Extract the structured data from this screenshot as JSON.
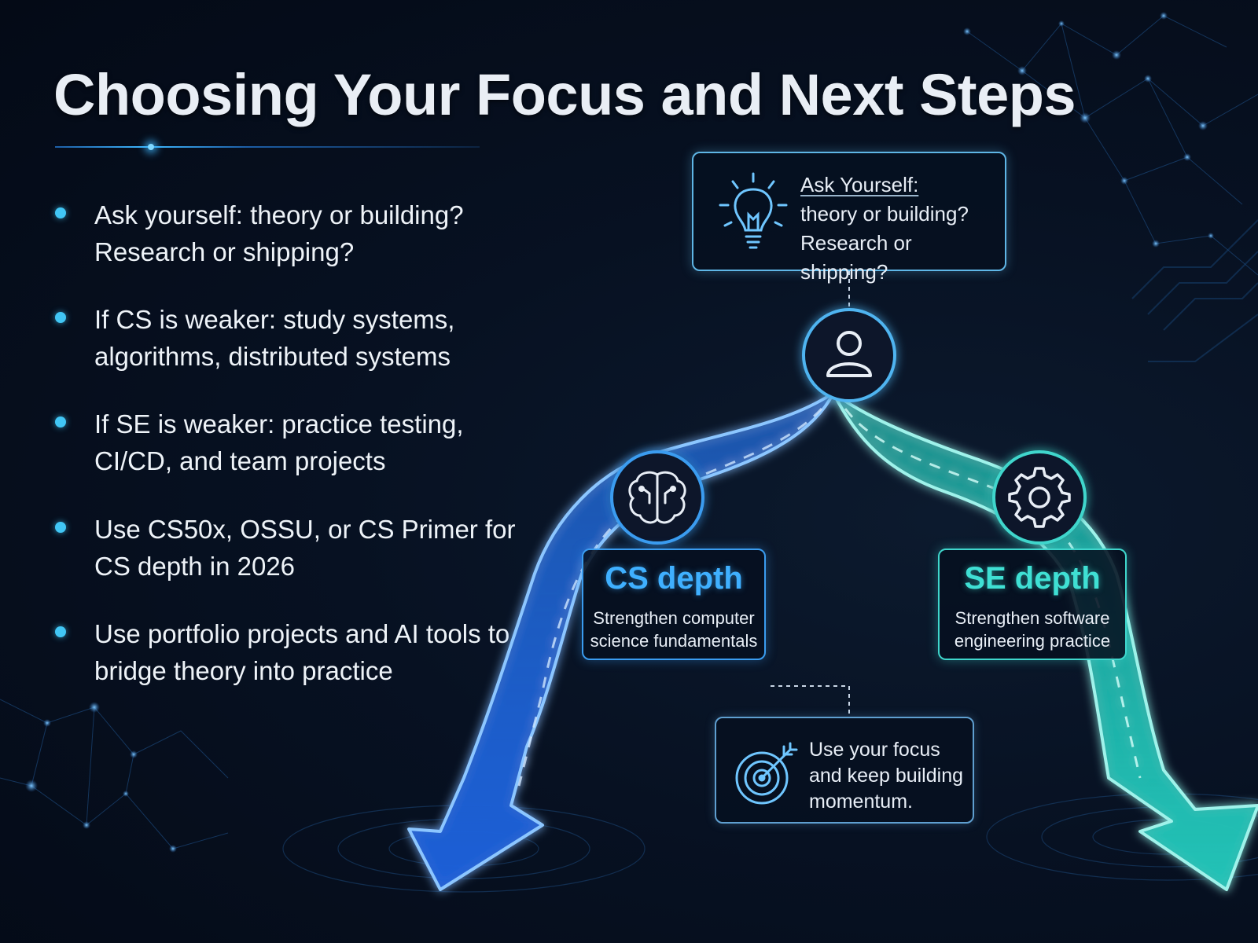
{
  "title": "Choosing Your Focus and Next Steps",
  "bullets": [
    "Ask yourself: theory or building? Research or shipping?",
    "If CS is weaker: study systems, algorithms, distributed systems",
    "If SE is weaker: practice testing, CI/CD, and team projects",
    "Use CS50x, OSSU, or CS Primer for CS depth in 2026",
    "Use portfolio projects and AI tools to bridge theory into practice"
  ],
  "ask_box": {
    "heading": "Ask Yourself:",
    "line1": "theory or building?",
    "line2": "Research or shipping?"
  },
  "cs_box": {
    "title": "CS depth",
    "line1": "Strengthen computer",
    "line2": "science fundamentals"
  },
  "se_box": {
    "title": "SE depth",
    "line1": "Strengthen software",
    "line2": "engineering practice"
  },
  "use_box": {
    "line1": "Use your focus",
    "line2": "and keep building",
    "line3": "momentum."
  },
  "icons": {
    "ask": "lightbulb-icon",
    "center": "person-icon",
    "cs": "brain-icon",
    "se": "gear-icon",
    "use": "target-arrow-icon"
  },
  "colors": {
    "background": "#050c18",
    "cs_accent": "#3a9cf0",
    "se_accent": "#3fd6cc",
    "bullet_dot": "#41c6f5",
    "text": "#e8eef6"
  }
}
